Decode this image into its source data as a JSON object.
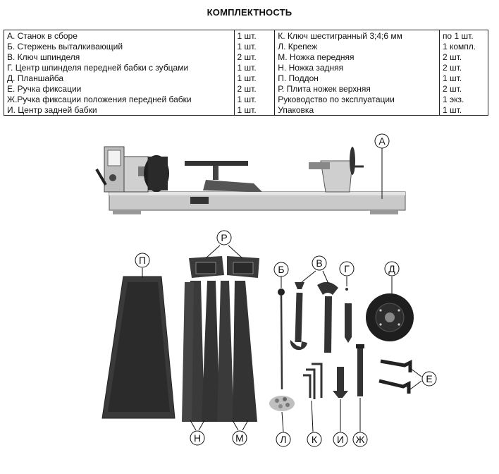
{
  "title": "КОМПЛЕКТНОСТЬ",
  "rows": [
    {
      "l_item": "А. Станок  в сборе",
      "l_qty": "1 шт.",
      "r_item": "К. Ключ шестигранный 3;4;6 мм",
      "r_qty": "по 1 шт."
    },
    {
      "l_item": "Б. Стержень выталкивающий",
      "l_qty": "1 шт.",
      "r_item": "Л. Крепеж",
      "r_qty": "1 компл."
    },
    {
      "l_item": "В. Ключ шпинделя",
      "l_qty": "2 шт.",
      "r_item": "М. Ножка передняя",
      "r_qty": "2 шт."
    },
    {
      "l_item": "Г. Центр шпинделя передней бабки с зубцами",
      "l_qty": "1 шт.",
      "r_item": "Н. Ножка задняя",
      "r_qty": "2 шт."
    },
    {
      "l_item": "Д. Планшайба",
      "l_qty": "1 шт.",
      "r_item": "П. Поддон",
      "r_qty": "1 шт."
    },
    {
      "l_item": "Е. Ручка фиксации",
      "l_qty": "2 шт.",
      "r_item": "Р. Плита ножек верхняя",
      "r_qty": "2 шт."
    },
    {
      "l_item": "Ж.Ручка фиксации положения передней бабки",
      "l_qty": "1 шт.",
      "r_item": "Руководство по эксплуатации",
      "r_qty": "1 экз."
    },
    {
      "l_item": "И. Центр задней бабки",
      "l_qty": "1 шт.",
      "r_item": "Упаковка",
      "r_qty": "1 шт."
    }
  ],
  "labels": {
    "A": "А",
    "P_tray": "П",
    "R": "Р",
    "B": "Б",
    "V": "В",
    "G": "Г",
    "D": "Д",
    "E": "Е",
    "N": "Н",
    "M": "М",
    "L": "Л",
    "K": "К",
    "I": "И",
    "ZH": "Ж"
  }
}
